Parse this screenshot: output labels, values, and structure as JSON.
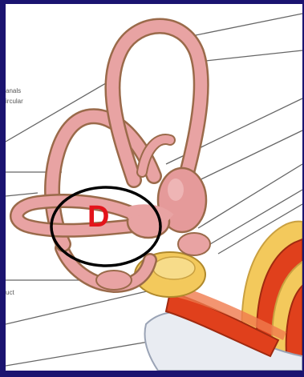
{
  "labels": {
    "top_left_1": "anals",
    "top_left_2": "ircular",
    "bottom_left": "uct"
  },
  "marker": {
    "letter": "D",
    "letter_color": "#e3141b",
    "ellipse_color": "#000000"
  },
  "colors": {
    "border": "#1b1470",
    "canal_fill": "#e8a3a3",
    "canal_outline": "#9a6a4a",
    "cochlea_red": "#e0401c",
    "cochlea_yellow": "#f3c95c",
    "nerve": "#d9dde6",
    "leader_line": "#666666"
  },
  "icons": [
    "semicircular-canal",
    "utricle",
    "saccule",
    "cochlea",
    "vestibular-nerve"
  ]
}
